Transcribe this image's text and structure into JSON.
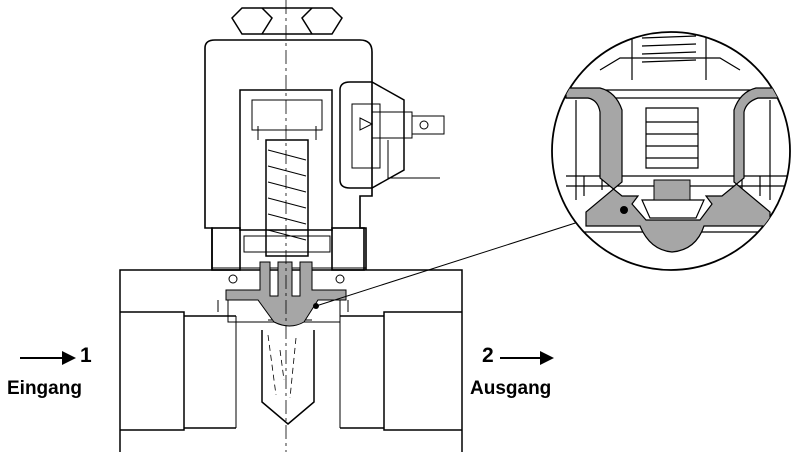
{
  "inlet": {
    "number": "1",
    "name": "Eingang"
  },
  "outlet": {
    "number": "2",
    "name": "Ausgang"
  },
  "colors": {
    "line": "#000000",
    "seal": "#a6a6a6",
    "background": "#ffffff"
  }
}
